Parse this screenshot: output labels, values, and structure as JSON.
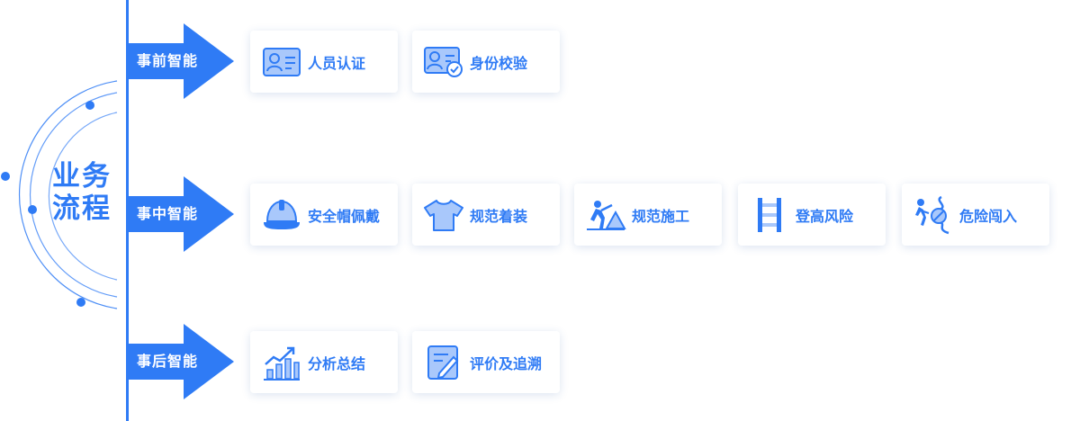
{
  "title": {
    "line1": "业务",
    "line2": "流程"
  },
  "stages": [
    {
      "label": "事前智能",
      "items": [
        {
          "label": "人员认证",
          "icon": "id-card-icon"
        },
        {
          "label": "身份校验",
          "icon": "id-verify-icon"
        }
      ]
    },
    {
      "label": "事中智能",
      "items": [
        {
          "label": "安全帽佩戴",
          "icon": "hard-hat-icon"
        },
        {
          "label": "规范着装",
          "icon": "shirt-icon"
        },
        {
          "label": "规范施工",
          "icon": "construction-icon"
        },
        {
          "label": "登高风险",
          "icon": "ladder-icon"
        },
        {
          "label": "危险闯入",
          "icon": "danger-intrusion-icon"
        }
      ]
    },
    {
      "label": "事后智能",
      "items": [
        {
          "label": "分析总结",
          "icon": "bar-chart-icon"
        },
        {
          "label": "评价及追溯",
          "icon": "edit-document-icon"
        }
      ]
    }
  ],
  "colors": {
    "primary": "#2f7bf5",
    "light": "#a9c8fb",
    "card_bg": "#ffffff"
  }
}
